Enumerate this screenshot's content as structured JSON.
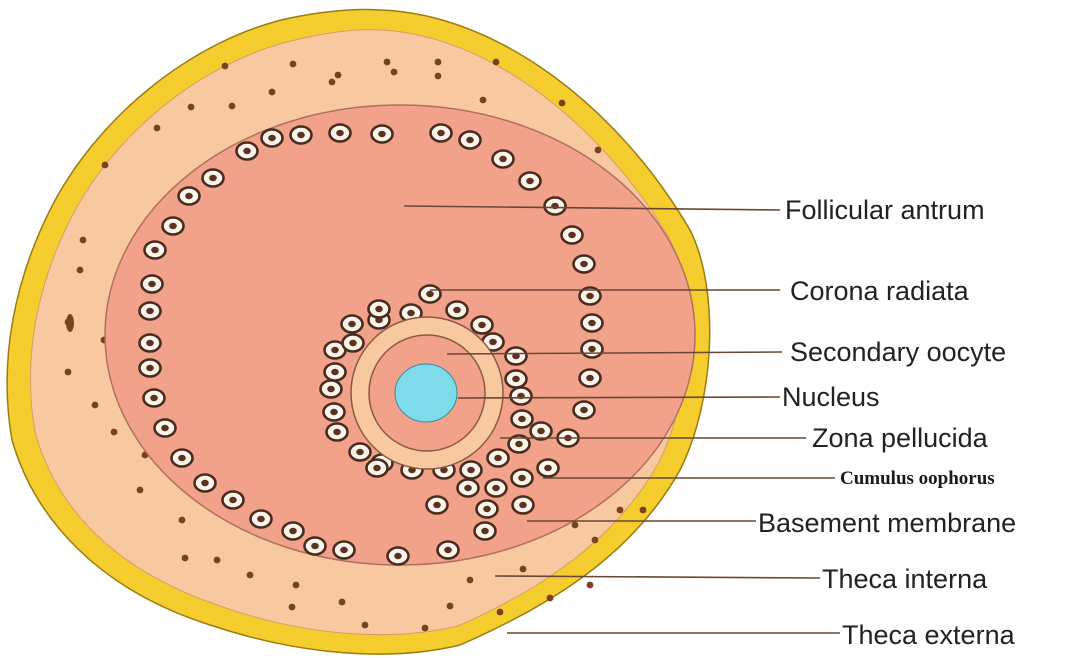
{
  "diagram": {
    "colors": {
      "theca_externa": "#f5cd2e",
      "theca_externa_edge": "#9a7c10",
      "theca_interna": "#f8c9a0",
      "antrum": "#f2a28a",
      "antrum_edge": "#b07060",
      "zona_pellucida": "#f8c9a0",
      "oocyte": "#f2a28a",
      "nucleus": "#7ddbea",
      "cell_ring": "#4a2c1e",
      "cell_fill": "#fbf4ec",
      "cell_nucleus": "#5a321e",
      "granule": "#7a4020",
      "leader_line": "#6a4636"
    },
    "labels": {
      "follicular_antrum": "Follicular antrum",
      "corona_radiata": "Corona radiata",
      "secondary_oocyte": "Secondary oocyte",
      "nucleus": "Nucleus",
      "zona_pellucida": "Zona pellucida",
      "cumulus_oophorus": "Cumulus oophorus",
      "basement_membrane": "Basement membrane",
      "theca_interna": "Theca interna",
      "theca_externa": "Theca externa"
    }
  }
}
